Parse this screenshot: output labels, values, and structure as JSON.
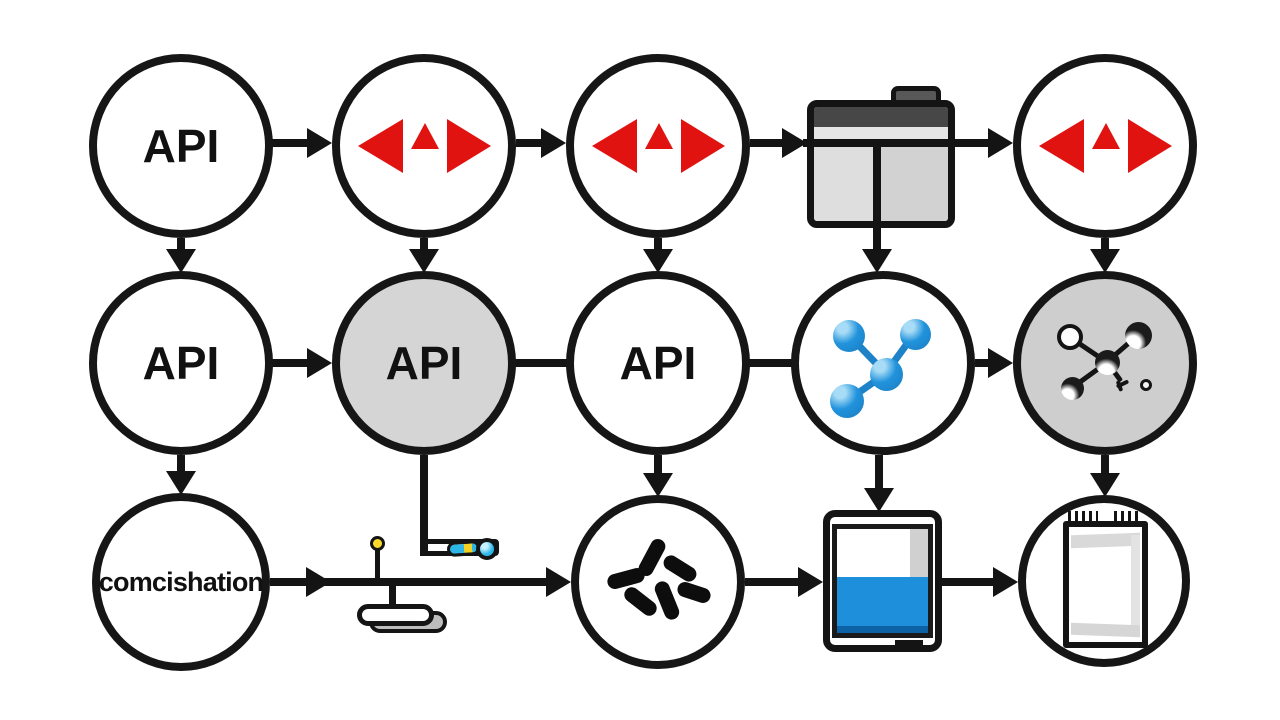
{
  "diagram": {
    "background": "#ffffff",
    "line_color": "#141414",
    "accent_red": "#e01311",
    "accent_blue": "#2193dc",
    "liquid_blue": "#1e8fda",
    "cyan": "#2db7e9",
    "yellow": "#f4d224",
    "gray_fill": "#d5d5d5",
    "nodes": {
      "r1c1": {
        "label": "API",
        "type": "circle"
      },
      "r1c2": {
        "type": "circle",
        "icon": "red-arrows-icon"
      },
      "r1c3": {
        "type": "circle",
        "icon": "red-arrows-icon"
      },
      "r1c4": {
        "type": "window",
        "icon": "window-icon"
      },
      "r1c5": {
        "type": "circle",
        "icon": "red-arrows-icon"
      },
      "r2c1": {
        "label": "API",
        "type": "circle"
      },
      "r2c2": {
        "label": "API",
        "type": "circle",
        "fill": "gray"
      },
      "r2c3": {
        "label": "API",
        "type": "circle"
      },
      "r2c4": {
        "type": "circle",
        "icon": "blue-molecule-icon"
      },
      "r2c5": {
        "type": "circle",
        "icon": "molecule-icon",
        "fill": "gray"
      },
      "r3c1": {
        "label": "comcishation",
        "type": "circle"
      },
      "r3c2": {
        "type": "icons",
        "icons": [
          "pin-icon",
          "pill-tray-icon",
          "capsule-icon"
        ]
      },
      "r3c3": {
        "type": "circle",
        "icon": "capsules-cluster-icon"
      },
      "r3c4": {
        "type": "container",
        "icon": "liquid-container-icon"
      },
      "r3c5": {
        "type": "circle",
        "icon": "pouch-icon"
      }
    },
    "edges": [
      {
        "from": "r1c1",
        "to": "r1c2",
        "arrow": true
      },
      {
        "from": "r1c2",
        "to": "r1c3",
        "arrow": true
      },
      {
        "from": "r1c3",
        "to": "r1c4",
        "arrow": true
      },
      {
        "from": "r1c4",
        "to": "r1c5",
        "arrow": true
      },
      {
        "from": "r1c1",
        "to": "r2c1",
        "arrow": true
      },
      {
        "from": "r1c2",
        "to": "r2c2",
        "arrow": true
      },
      {
        "from": "r1c3",
        "to": "r2c3",
        "arrow": true
      },
      {
        "from": "r1c4",
        "to": "r2c4",
        "arrow": true
      },
      {
        "from": "r1c5",
        "to": "r2c5",
        "arrow": true
      },
      {
        "from": "r2c1",
        "to": "r2c2",
        "arrow": true
      },
      {
        "from": "r2c2",
        "to": "r2c3",
        "arrow": false
      },
      {
        "from": "r2c3",
        "to": "r2c4",
        "arrow": false
      },
      {
        "from": "r2c4",
        "to": "r2c5",
        "arrow": true
      },
      {
        "from": "r2c1",
        "to": "r3c1",
        "arrow": true
      },
      {
        "from": "r2c2",
        "to": "r3c2",
        "arrow": false
      },
      {
        "from": "r2c3",
        "to": "r3c3",
        "arrow": true
      },
      {
        "from": "r2c4",
        "to": "r3c4",
        "arrow": true
      },
      {
        "from": "r2c5",
        "to": "r3c5",
        "arrow": true
      },
      {
        "from": "r3c1",
        "to": "r3c3",
        "arrow": true,
        "double_head": true
      },
      {
        "from": "r3c3",
        "to": "r3c4",
        "arrow": true
      },
      {
        "from": "r3c4",
        "to": "r3c5",
        "arrow": true
      }
    ]
  }
}
